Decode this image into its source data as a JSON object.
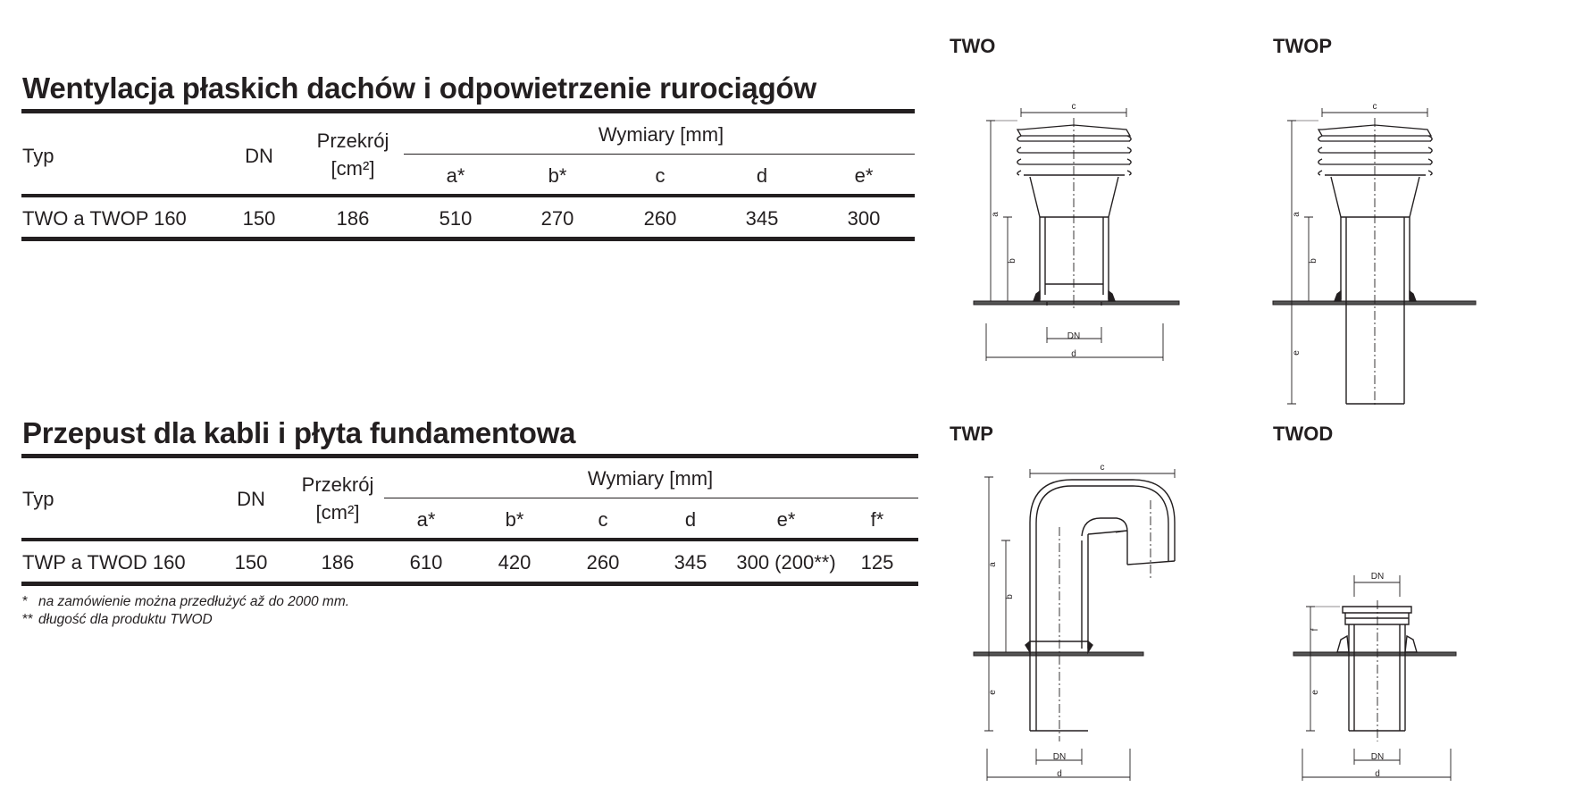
{
  "section1": {
    "title": "Wentylacja płaskich dachów i odpowietrzenie rurociągów",
    "headers": {
      "typ": "Typ",
      "dn": "DN",
      "przekroj": "Przekrój",
      "przekroj_unit": "[cm²]",
      "wymiary": "Wymiary [mm]",
      "cols": [
        "a*",
        "b*",
        "c",
        "d",
        "e*"
      ]
    },
    "row": {
      "typ": "TWO a TWOP 160",
      "dn": "150",
      "przekroj": "186",
      "values": [
        "510",
        "270",
        "260",
        "345",
        "300"
      ]
    }
  },
  "section2": {
    "title": "Przepust dla kabli i płyta fundamentowa",
    "headers": {
      "typ": "Typ",
      "dn": "DN",
      "przekroj": "Przekrój",
      "przekroj_unit": "[cm²]",
      "wymiary": "Wymiary [mm]",
      "cols": [
        "a*",
        "b*",
        "c",
        "d",
        "e*",
        "f*"
      ]
    },
    "row": {
      "typ": "TWP a TWOD 160",
      "dn": "150",
      "przekroj": "186",
      "values": [
        "610",
        "420",
        "260",
        "345",
        "300 (200**)",
        "125"
      ]
    }
  },
  "notes": [
    {
      "mark": "*",
      "text": "na zamówienie można przedłużyć až do 2000 mm."
    },
    {
      "mark": "**",
      "text": "długość dla produktu TWOD"
    }
  ],
  "drawings": {
    "two": {
      "label": "TWO",
      "dims": {
        "a": "a",
        "b": "b",
        "c": "c",
        "d": "d",
        "dn": "DN"
      }
    },
    "twop": {
      "label": "TWOP",
      "dims": {
        "a": "a",
        "b": "b",
        "c": "c",
        "e": "e"
      }
    },
    "twp": {
      "label": "TWP",
      "dims": {
        "a": "a",
        "b": "b",
        "c": "c",
        "d": "d",
        "e": "e",
        "dn": "DN"
      }
    },
    "twod": {
      "label": "TWOD",
      "dims": {
        "f": "f",
        "e": "e",
        "d": "d",
        "dn_top": "DN",
        "dn_bottom": "DN"
      }
    }
  }
}
